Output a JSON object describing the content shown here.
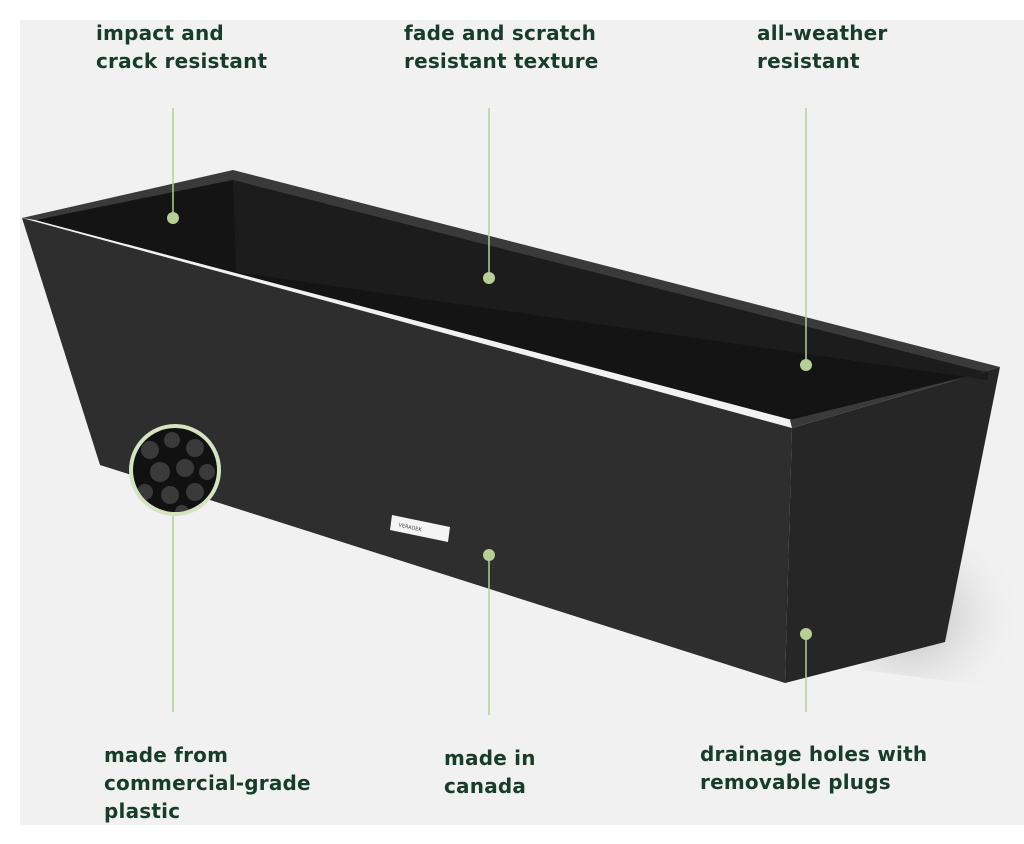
{
  "features": {
    "impact": "impact and\ncrack resistant",
    "fade": "fade and scratch\nresistant texture",
    "weather": "all-weather\nresistant",
    "plastic": "made from\ncommercial-grade\nplastic",
    "canada": "made in\ncanada",
    "drainage": "drainage holes with\nremovable plugs"
  },
  "brand_tag": "VERADEK",
  "colors": {
    "text": "#173d2a",
    "accent": "#b5cf95",
    "planter": "#2b2b2b"
  }
}
